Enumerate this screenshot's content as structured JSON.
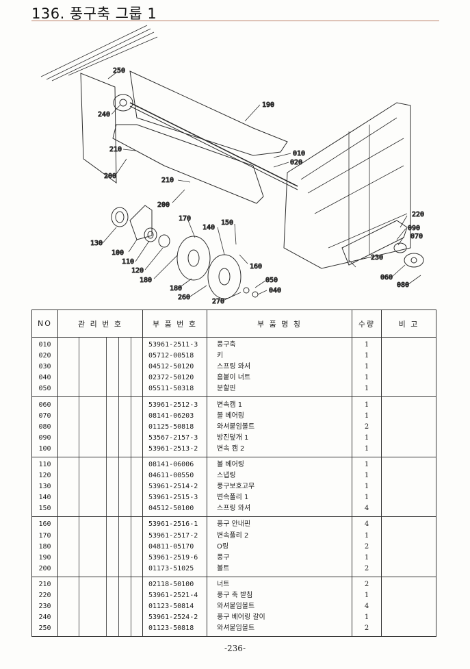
{
  "page": {
    "title": "136. 풍구축 그룹 1",
    "page_number": "-236-"
  },
  "diagram": {
    "labels": [
      "250",
      "190",
      "240",
      "010",
      "020",
      "210",
      "200",
      "210",
      "200",
      "220",
      "090",
      "070",
      "170",
      "140",
      "150",
      "130",
      "100",
      "110",
      "120",
      "180",
      "160",
      "230",
      "060",
      "080",
      "050",
      "040",
      "180",
      "260",
      "270"
    ]
  },
  "table": {
    "headers": {
      "no": "NO",
      "mgmt": "관 리 번 호",
      "part": "부 품 번 호",
      "name": "부 품 명 칭",
      "qty": "수량",
      "note": "비 고"
    },
    "groups": [
      [
        {
          "no": "010",
          "part": "53961-2511-3",
          "name": "풍구축",
          "qty": "1"
        },
        {
          "no": "020",
          "part": "05712-00518",
          "name": "키",
          "qty": "1"
        },
        {
          "no": "030",
          "part": "04512-50120",
          "name": "스프링 와셔",
          "qty": "1"
        },
        {
          "no": "040",
          "part": "02372-50120",
          "name": "홈붙이 너트",
          "qty": "1"
        },
        {
          "no": "050",
          "part": "05511-50318",
          "name": "분할핀",
          "qty": "1"
        }
      ],
      [
        {
          "no": "060",
          "part": "53961-2512-3",
          "name": "변속캠 1",
          "qty": "1"
        },
        {
          "no": "070",
          "part": "08141-06203",
          "name": "볼 베어링",
          "qty": "1"
        },
        {
          "no": "080",
          "part": "01125-50818",
          "name": "와셔붙임볼트",
          "qty": "2"
        },
        {
          "no": "090",
          "part": "53567-2157-3",
          "name": "방진덮개 1",
          "qty": "1"
        },
        {
          "no": "100",
          "part": "53961-2513-2",
          "name": "변속 캠 2",
          "qty": "1"
        }
      ],
      [
        {
          "no": "110",
          "part": "08141-06006",
          "name": "볼 베어링",
          "qty": "1"
        },
        {
          "no": "120",
          "part": "04611-00550",
          "name": "스냅링",
          "qty": "1"
        },
        {
          "no": "130",
          "part": "53961-2514-2",
          "name": "풍구보호고무",
          "qty": "1"
        },
        {
          "no": "140",
          "part": "53961-2515-3",
          "name": "변속풀리 1",
          "qty": "1"
        },
        {
          "no": "150",
          "part": "04512-50100",
          "name": "스프링 와셔",
          "qty": "4"
        }
      ],
      [
        {
          "no": "160",
          "part": "53961-2516-1",
          "name": "풍구 안내핀",
          "qty": "4"
        },
        {
          "no": "170",
          "part": "53961-2517-2",
          "name": "변속풀리 2",
          "qty": "1"
        },
        {
          "no": "180",
          "part": "04811-05170",
          "name": "O링",
          "qty": "2"
        },
        {
          "no": "190",
          "part": "53961-2519-6",
          "name": "풍구",
          "qty": "1"
        },
        {
          "no": "200",
          "part": "01173-51025",
          "name": "볼트",
          "qty": "2"
        }
      ],
      [
        {
          "no": "210",
          "part": "02118-50100",
          "name": "너트",
          "qty": "2"
        },
        {
          "no": "220",
          "part": "53961-2521-4",
          "name": "풍구 축 받침",
          "qty": "1"
        },
        {
          "no": "230",
          "part": "01123-50814",
          "name": "와셔붙임볼트",
          "qty": "4"
        },
        {
          "no": "240",
          "part": "53961-2524-2",
          "name": "풍구 베어링 갈이",
          "qty": "1"
        },
        {
          "no": "250",
          "part": "01123-50818",
          "name": "와셔붙임볼트",
          "qty": "2"
        }
      ]
    ]
  }
}
